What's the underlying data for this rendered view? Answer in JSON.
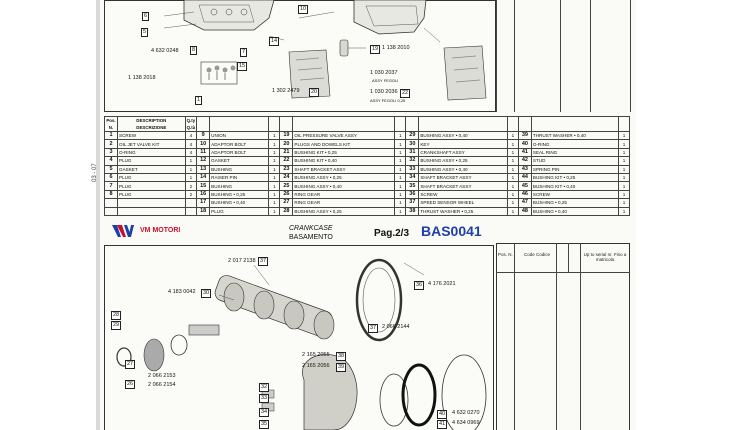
{
  "side_title": "Parts Catalog",
  "sheet_code": "03 - 07",
  "table": {
    "headers": {
      "pos": "Pos. N.",
      "description": "DESCRIPTION",
      "description_it": "DESCRIZIONE",
      "qty": "Q.ty Q.tà"
    },
    "columns": [
      [
        {
          "n": "1",
          "d": "SCREW",
          "q": "4"
        },
        {
          "n": "2",
          "d": "OIL JET VALVE KIT",
          "q": "4"
        },
        {
          "n": "3",
          "d": "O-RING",
          "q": "4"
        },
        {
          "n": "4",
          "d": "PLUG",
          "q": "1"
        },
        {
          "n": "5",
          "d": "GASKET",
          "q": "1"
        },
        {
          "n": "6",
          "d": "PLUG",
          "q": "1"
        },
        {
          "n": "7",
          "d": "PLUG",
          "q": "2"
        },
        {
          "n": "8",
          "d": "PLUG",
          "q": "2"
        }
      ],
      [
        {
          "n": "9",
          "d": "UNION",
          "q": "1"
        },
        {
          "n": "10",
          "d": "ADAPTOR BOLT",
          "q": "1"
        },
        {
          "n": "11",
          "d": "ADAPTOR BOLT",
          "q": "1"
        },
        {
          "n": "12",
          "d": "GASKET",
          "q": "1"
        },
        {
          "n": "13",
          "d": "BUSHING",
          "q": "1"
        },
        {
          "n": "14",
          "d": "RAISER PIN",
          "q": "1"
        },
        {
          "n": "15",
          "d": "BUSHING",
          "q": "1"
        },
        {
          "n": "16",
          "d": "BUSHING • 0,25",
          "q": "1"
        },
        {
          "n": "17",
          "d": "BUSHING • 0,40",
          "q": "1"
        },
        {
          "n": "18",
          "d": "PLUG",
          "q": "1"
        }
      ],
      [
        {
          "n": "19",
          "d": "OIL PRESSURE VALVE ASSY",
          "q": "1"
        },
        {
          "n": "20",
          "d": "PLUGS AND DOWELS KIT",
          "q": "1"
        },
        {
          "n": "21",
          "d": "BUSHING KIT • 0,25",
          "q": "1"
        },
        {
          "n": "22",
          "d": "BUSHING KIT • 0,40",
          "q": "1"
        },
        {
          "n": "23",
          "d": "SHAFT BRACKET ASSY",
          "q": "1"
        },
        {
          "n": "24",
          "d": "BUSHING ASSY • 0,25",
          "q": "1"
        },
        {
          "n": "25",
          "d": "BUSHING ASSY • 0,40",
          "q": "1"
        },
        {
          "n": "26",
          "d": "RING GEAR",
          "q": "1"
        },
        {
          "n": "27",
          "d": "RING GEAR",
          "q": "1"
        },
        {
          "n": "28",
          "d": "BUSHING ASSY • 0,25",
          "q": "1"
        }
      ],
      [
        {
          "n": "29",
          "d": "BUSHING ASSY • 0,40",
          "q": "1"
        },
        {
          "n": "30",
          "d": "KEY",
          "q": "1"
        },
        {
          "n": "31",
          "d": "CRANKSHAFT ASSY",
          "q": "1"
        },
        {
          "n": "32",
          "d": "BUSHING ASSY • 0,25",
          "q": "1"
        },
        {
          "n": "33",
          "d": "BUSHING ASSY • 0,40",
          "q": "1"
        },
        {
          "n": "34",
          "d": "SHAFT BRACKET ASSY",
          "q": "1"
        },
        {
          "n": "35",
          "d": "SHAFT BRACKET ASSY",
          "q": "1"
        },
        {
          "n": "36",
          "d": "SCREW",
          "q": "1"
        },
        {
          "n": "37",
          "d": "SPEED SENSOR WHEEL",
          "q": "1"
        },
        {
          "n": "38",
          "d": "THRUST WASHER • 0,25",
          "q": "1"
        }
      ],
      [
        {
          "n": "39",
          "d": "THRUST WASHER • 0,40",
          "q": "1"
        },
        {
          "n": "40",
          "d": "O-RING",
          "q": "1"
        },
        {
          "n": "41",
          "d": "SEAL RING",
          "q": "1"
        },
        {
          "n": "42",
          "d": "STUD",
          "q": "1"
        },
        {
          "n": "43",
          "d": "SPRING PIN",
          "q": "1"
        },
        {
          "n": "44",
          "d": "BUSHING KIT • 0,25",
          "q": "1"
        },
        {
          "n": "45",
          "d": "BUSHING KIT • 0,40",
          "q": "1"
        },
        {
          "n": "46",
          "d": "SCREW",
          "q": "1"
        },
        {
          "n": "47",
          "d": "BUSHING • 0,25",
          "q": "1"
        },
        {
          "n": "48",
          "d": "BUSHING • 0,40",
          "q": "1"
        }
      ]
    ]
  },
  "page2": {
    "brand": "VM MOTORI",
    "title_it": "CRANKCASE",
    "title_en": "BASAMENTO",
    "page_label": "Pag.2/3",
    "code": "BAS0041",
    "right_headers": {
      "pos": "Pos. N.",
      "code": "Code Codice",
      "serial": "Up to serial nr. Fino a matricola"
    }
  },
  "top_callouts": [
    "6",
    "5",
    "4 632 0248",
    "8",
    "1 138 2018",
    "7",
    "1",
    "15",
    "14",
    "19",
    "1 138 2010",
    "1 030 2037",
    "1 030 2036",
    "1 302 2479",
    "20",
    "10",
    "22",
    "ASSY FEGOLI",
    "ASSY FEGOLI 0,25"
  ],
  "bottom_callouts": [
    "2 017 2138",
    "37",
    "4 183 0042",
    "30",
    "36",
    "4 176 2021",
    "28",
    "29",
    "37",
    "2 066 2144",
    "27",
    "26",
    "2 066 2153",
    "2 066 2154",
    "2 165 2055",
    "38",
    "2 165 2056",
    "39",
    "32",
    "33",
    "34",
    "35",
    "4 632 0270",
    "4 634 0969",
    "40",
    "41"
  ]
}
